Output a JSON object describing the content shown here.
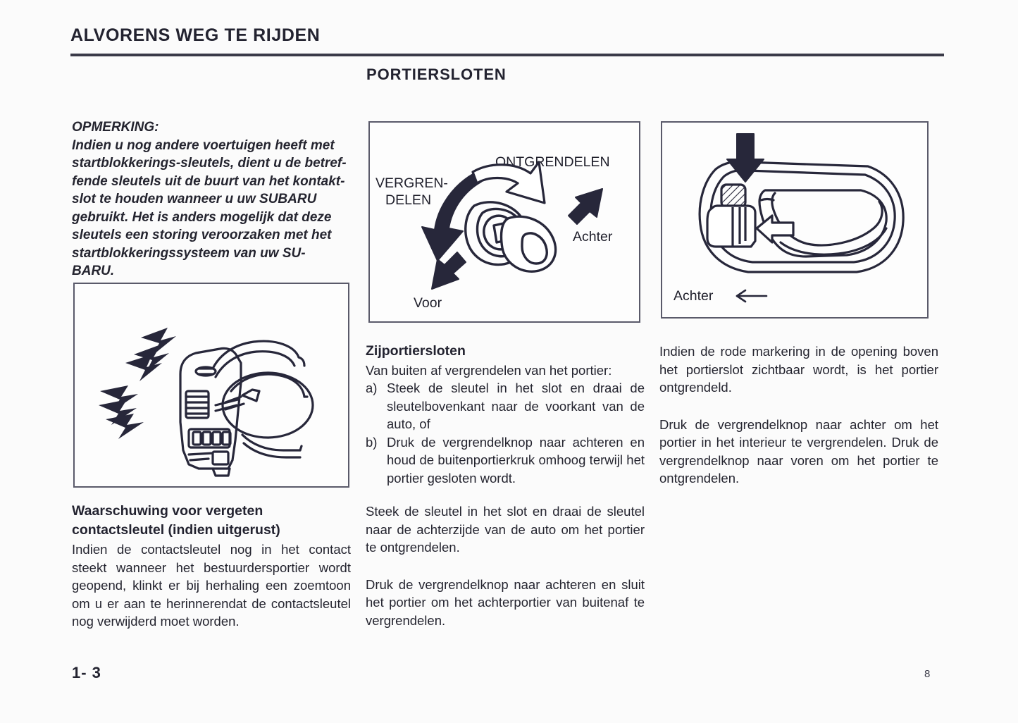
{
  "header": {
    "section_title": "ALVORENS WEG TE RIJDEN",
    "page_title": "PORTIERSLOTEN"
  },
  "left_column": {
    "note": "OPMERKING:\nIndien u nog andere voertuigen heeft met startblokkerings-sleutels, dient u de betreffende sleutels uit de buurt van het kontaktslot te houden wanneer u uw SUBARU gebruikt. Het is anders mogelijk dat deze sleutels een storing veroorzaken met het startblokkeringssysteem van uw SUBARU.",
    "note_lines": [
      "OPMERKING:",
      "Indien u nog andere voertuigen heeft met",
      "startblokkerings-sleutels, dient u de betref-",
      "fende sleutels uit de buurt van het kontakt-",
      "slot te houden wanneer u uw SUBARU",
      "gebruikt. Het is anders mogelijk dat deze",
      "sleutels een storing veroorzaken met het",
      "startblokkeringssysteem van uw SU-",
      "BARU."
    ],
    "warning_heading_line1": "Waarschuwing voor vergeten",
    "warning_heading_line2": "contactsleutel (indien uitgerust)",
    "warning_body": "Indien de contactsleutel nog in het contact steekt wanneer het bestuurdersportier wordt geopend, klinkt er bij herhaling een zoemtoon om u er aan te herinnerendat de contactsleutel nog verwijderd moet worden."
  },
  "middle_column": {
    "heading": "Zijportiersloten",
    "intro": "Van buiten af vergrendelen van het portier:",
    "items": [
      {
        "marker": "a)",
        "text": "Steek de sleutel in het slot en draai de sleutelbovenkant naar de voorkant van de auto, of"
      },
      {
        "marker": "b)",
        "text": "Druk de vergrendelknop naar achteren en houd de buitenportierkruk omhoog terwijl het portier gesloten wordt."
      }
    ],
    "para2": "Steek de sleutel in het slot en draai de sleutel naar de achterzijde van de auto om het portier te ontgrendelen.",
    "para3": "Druk de vergrendelknop naar achteren en sluit het portier om het achterportier van buitenaf te vergrendelen."
  },
  "right_column": {
    "para1": "Indien de rode markering in de opening boven het portierslot zichtbaar wordt, is het portier ontgrendeld.",
    "para2": "Druk de vergrendelknop naar achter om het portier in het interieur te vergrendelen. Druk de vergrendelknop naar voren om het portier te ontgrendelen."
  },
  "figures": {
    "dashboard": {
      "caption_icon": "dashboard-buzzer-illustration"
    },
    "key_lock": {
      "label_lock": "VERGREN-",
      "label_lock_line2": "DELEN",
      "label_unlock": "ONTGRENDELEN",
      "label_rear": "Achter",
      "label_front": "Voor"
    },
    "door_handle": {
      "label_rear": "Achter",
      "arrow_glyph": "←"
    }
  },
  "footer": {
    "folio_left": "1- 3",
    "folio_right": "8"
  },
  "colors": {
    "ink": "#24242f",
    "rule": "#3a3a48",
    "frame": "#5a5a6a",
    "page_bg": "#fbfbfb"
  }
}
